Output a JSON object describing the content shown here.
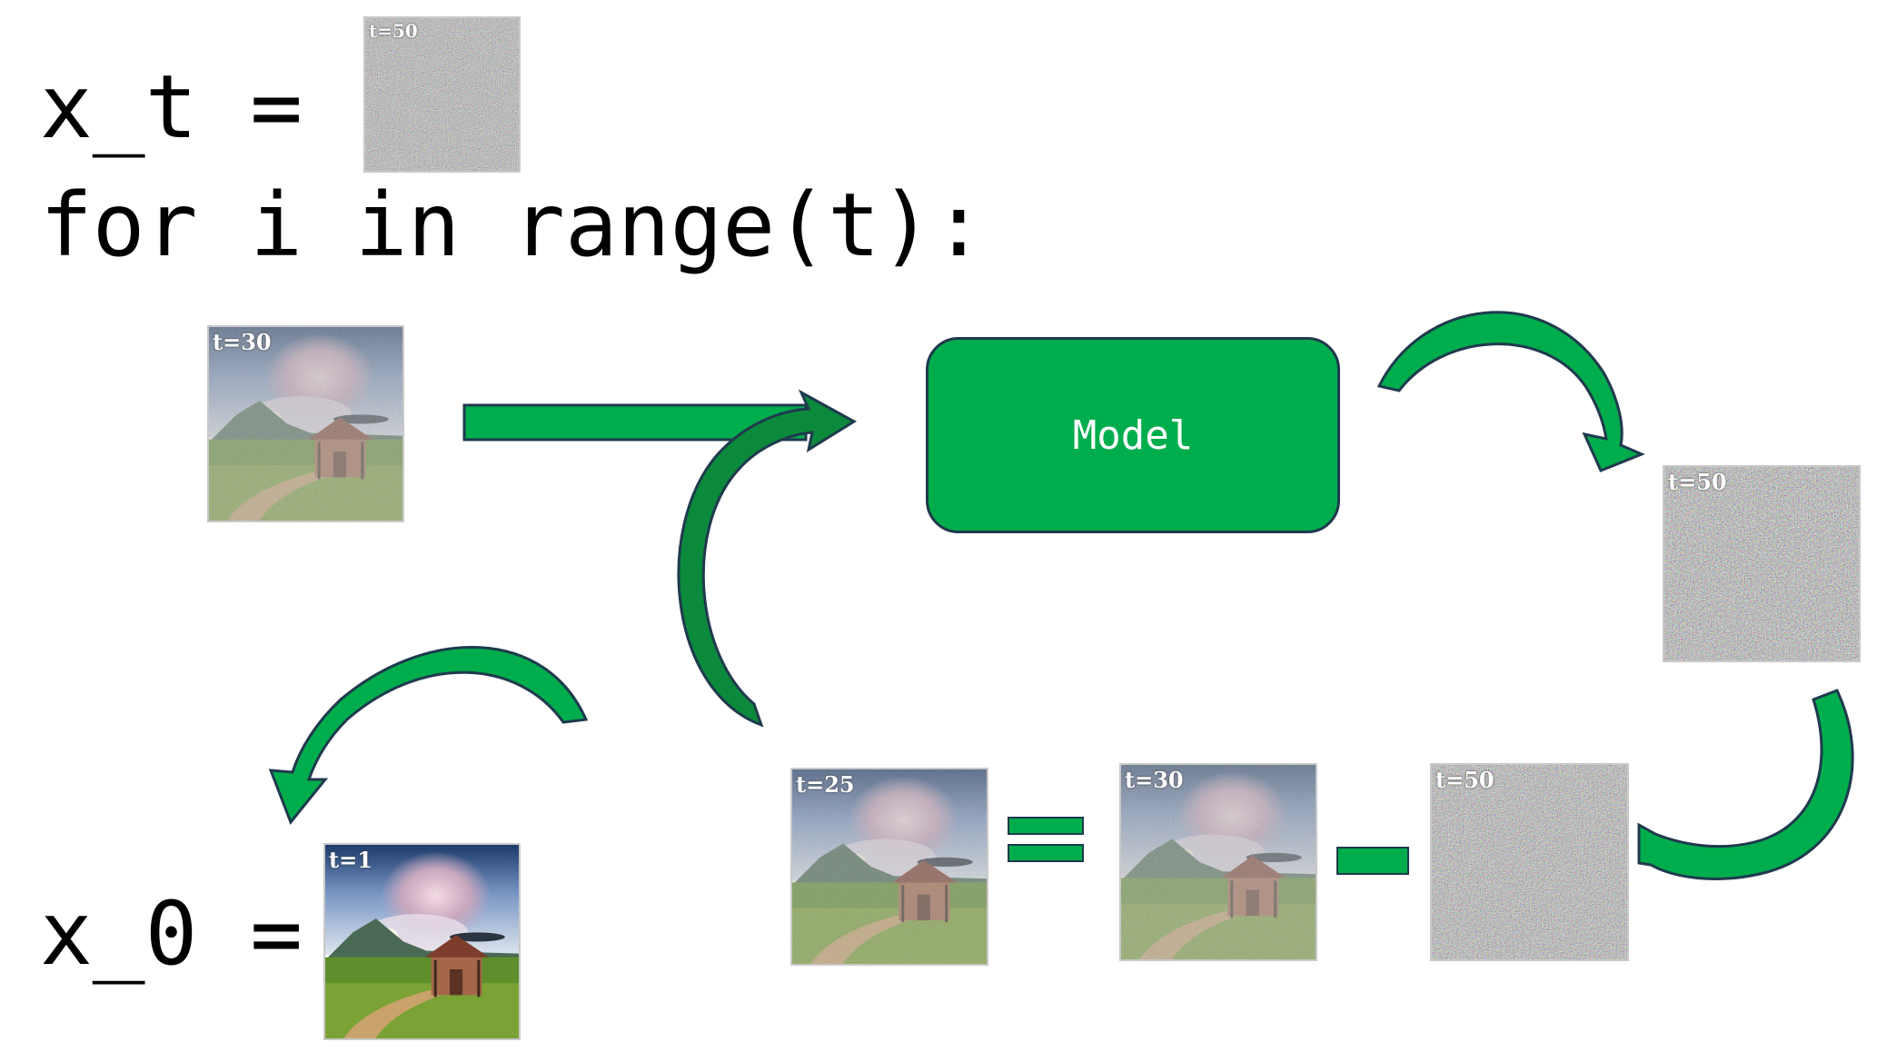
{
  "colors": {
    "green": "#00ad4d",
    "outline": "#1f3a4d",
    "dark_green": "#0b8a3c"
  },
  "code": {
    "line1": "x_t =",
    "line2": "for i in range(t):",
    "line3": "x_0 ="
  },
  "model_label": "Model",
  "images": {
    "initial_noise": "t=50",
    "input_noisy": "t=30",
    "predicted_noise": "t=50",
    "result": "t=25",
    "operand_noisy": "t=30",
    "operand_noise": "t=50",
    "final_image": "t=1"
  },
  "operators": {
    "equals": "=",
    "minus": "−"
  }
}
